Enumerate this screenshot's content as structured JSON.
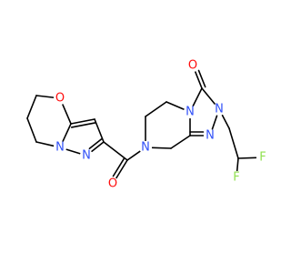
{
  "molecule": {
    "atoms": [
      {
        "id": "O1",
        "label": "O",
        "color": "#ff0d0d"
      },
      {
        "id": "C2"
      },
      {
        "id": "C3"
      },
      {
        "id": "C4"
      },
      {
        "id": "N5",
        "label": "N",
        "color": "#3050f8"
      },
      {
        "id": "C6"
      },
      {
        "id": "C7"
      },
      {
        "id": "C8"
      },
      {
        "id": "N9",
        "label": "N",
        "color": "#3050f8"
      },
      {
        "id": "C10"
      },
      {
        "id": "O11",
        "label": "O",
        "color": "#ff0d0d"
      },
      {
        "id": "N12",
        "label": "N",
        "color": "#3050f8"
      },
      {
        "id": "C13"
      },
      {
        "id": "C14"
      },
      {
        "id": "N15",
        "label": "N",
        "color": "#3050f8"
      },
      {
        "id": "C16"
      },
      {
        "id": "O17",
        "label": "O",
        "color": "#ff0d0d"
      },
      {
        "id": "N18",
        "label": "N",
        "color": "#3050f8"
      },
      {
        "id": "N19",
        "label": "N",
        "color": "#3050f8"
      },
      {
        "id": "C20"
      },
      {
        "id": "C21"
      },
      {
        "id": "C22"
      },
      {
        "id": "F23",
        "label": "F",
        "color": "#90e050"
      },
      {
        "id": "F24",
        "label": "F",
        "color": "#90e050"
      }
    ],
    "bonds": [
      {
        "a": "O1",
        "b": "C2",
        "order": 1
      },
      {
        "a": "C2",
        "b": "C3",
        "order": 1
      },
      {
        "a": "C3",
        "b": "C4",
        "order": 1
      },
      {
        "a": "C4",
        "b": "N5",
        "order": 1
      },
      {
        "a": "N5",
        "b": "C6",
        "order": 1
      },
      {
        "a": "C6",
        "b": "O1",
        "order": 1
      },
      {
        "a": "C6",
        "b": "C7",
        "order": 2
      },
      {
        "a": "C7",
        "b": "C8",
        "order": 1
      },
      {
        "a": "C8",
        "b": "N9",
        "order": 2
      },
      {
        "a": "N9",
        "b": "N5",
        "order": 1
      },
      {
        "a": "C8",
        "b": "C10",
        "order": 1
      },
      {
        "a": "C10",
        "b": "O11",
        "order": 2
      },
      {
        "a": "C10",
        "b": "N12",
        "order": 1
      },
      {
        "a": "N12",
        "b": "C13",
        "order": 1
      },
      {
        "a": "C13",
        "b": "C14",
        "order": 1
      },
      {
        "a": "C14",
        "b": "N15",
        "order": 1
      },
      {
        "a": "N15",
        "b": "C16",
        "order": 1
      },
      {
        "a": "C16",
        "b": "O17",
        "order": 2
      },
      {
        "a": "C16",
        "b": "N18",
        "order": 1
      },
      {
        "a": "N18",
        "b": "N19",
        "order": 1
      },
      {
        "a": "N19",
        "b": "C20",
        "order": 2
      },
      {
        "a": "C20",
        "b": "N15",
        "order": 1
      },
      {
        "a": "C20",
        "b": "C21",
        "order": 1
      },
      {
        "a": "C21",
        "b": "N12",
        "order": 1
      },
      {
        "a": "N18",
        "b": "C22",
        "order": 1
      },
      {
        "a": "C22",
        "b": "C23",
        "order": 1
      },
      {
        "a": "C23",
        "b": "F23",
        "order": 1
      },
      {
        "a": "C23",
        "b": "F24",
        "order": 1
      }
    ],
    "extra_atoms": [
      {
        "id": "C23"
      }
    ]
  }
}
